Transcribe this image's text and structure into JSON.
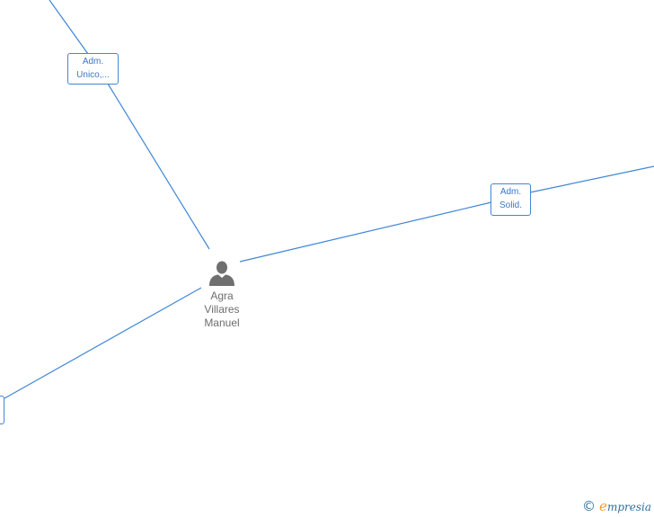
{
  "graph": {
    "person": {
      "name_lines": [
        "Agra",
        "Villares",
        "Manuel"
      ],
      "icon": "person-icon"
    },
    "relations": [
      {
        "id": "top",
        "label_lines": [
          "Adm.",
          "Unico,..."
        ]
      },
      {
        "id": "right",
        "label_lines": [
          "Adm.",
          "Solid."
        ]
      }
    ],
    "edge_color": "#3f86d6"
  },
  "watermark": {
    "copyright_symbol": "©",
    "brand_initial": "e",
    "brand_rest": "mpresia",
    "icon": "copyright-icon"
  }
}
